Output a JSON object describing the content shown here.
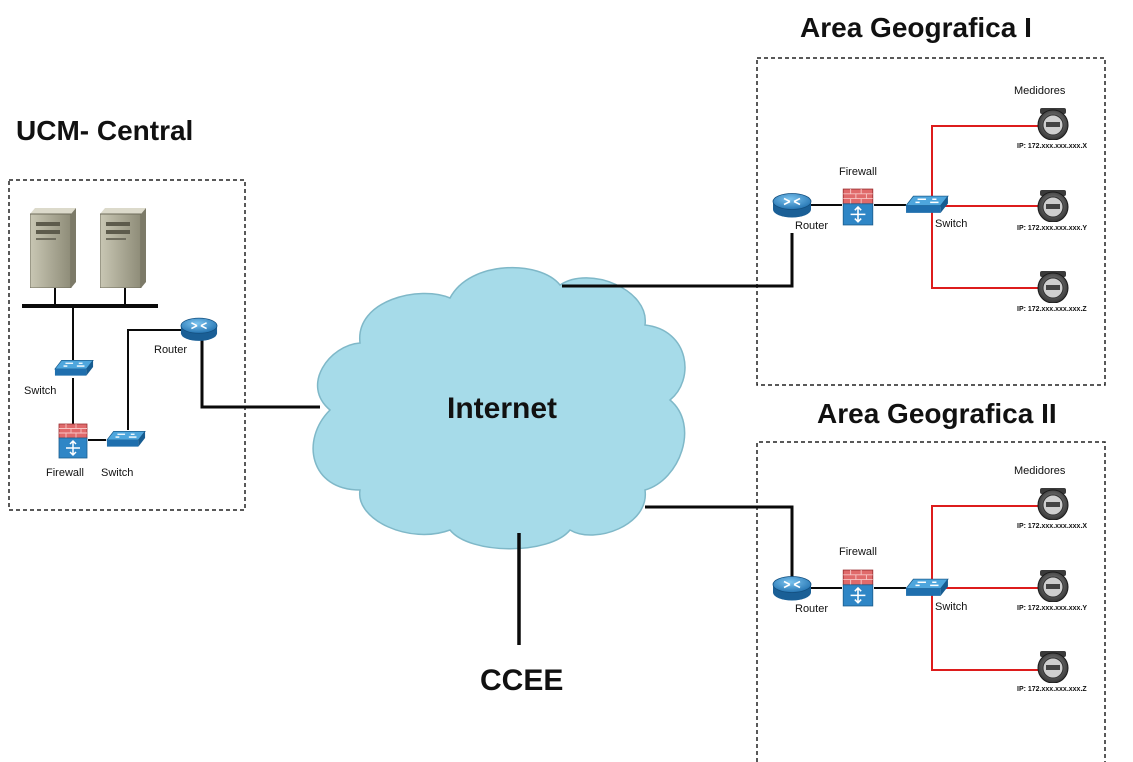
{
  "titles": {
    "central": "UCM- Central",
    "area1": "Area Geografica I",
    "area2": "Area Geografica II",
    "internet": "Internet",
    "ccee": "CCEE"
  },
  "central": {
    "router": "Router",
    "switch_top": "Switch",
    "firewall": "Firewall",
    "switch_bottom": "Switch"
  },
  "area1": {
    "medidores": "Medidores",
    "firewall": "Firewall",
    "router": "Router",
    "switch": "Switch",
    "ips": [
      "IP: 172.xxx.xxx.xxx.X",
      "IP: 172.xxx.xxx.xxx.Y",
      "IP: 172.xxx.xxx.xxx.Z"
    ]
  },
  "area2": {
    "medidores": "Medidores",
    "firewall": "Firewall",
    "router": "Router",
    "switch": "Switch",
    "ips": [
      "IP: 172.xxx.xxx.xxx.X",
      "IP: 172.xxx.xxx.xxx.Y",
      "IP: 172.xxx.xxx.xxx.Z"
    ]
  },
  "colors": {
    "cloud": "#a6dbe9",
    "device_blue": "#2f86c6",
    "firewall_red": "#d2585a",
    "meter_link": "#dd1c1c"
  }
}
